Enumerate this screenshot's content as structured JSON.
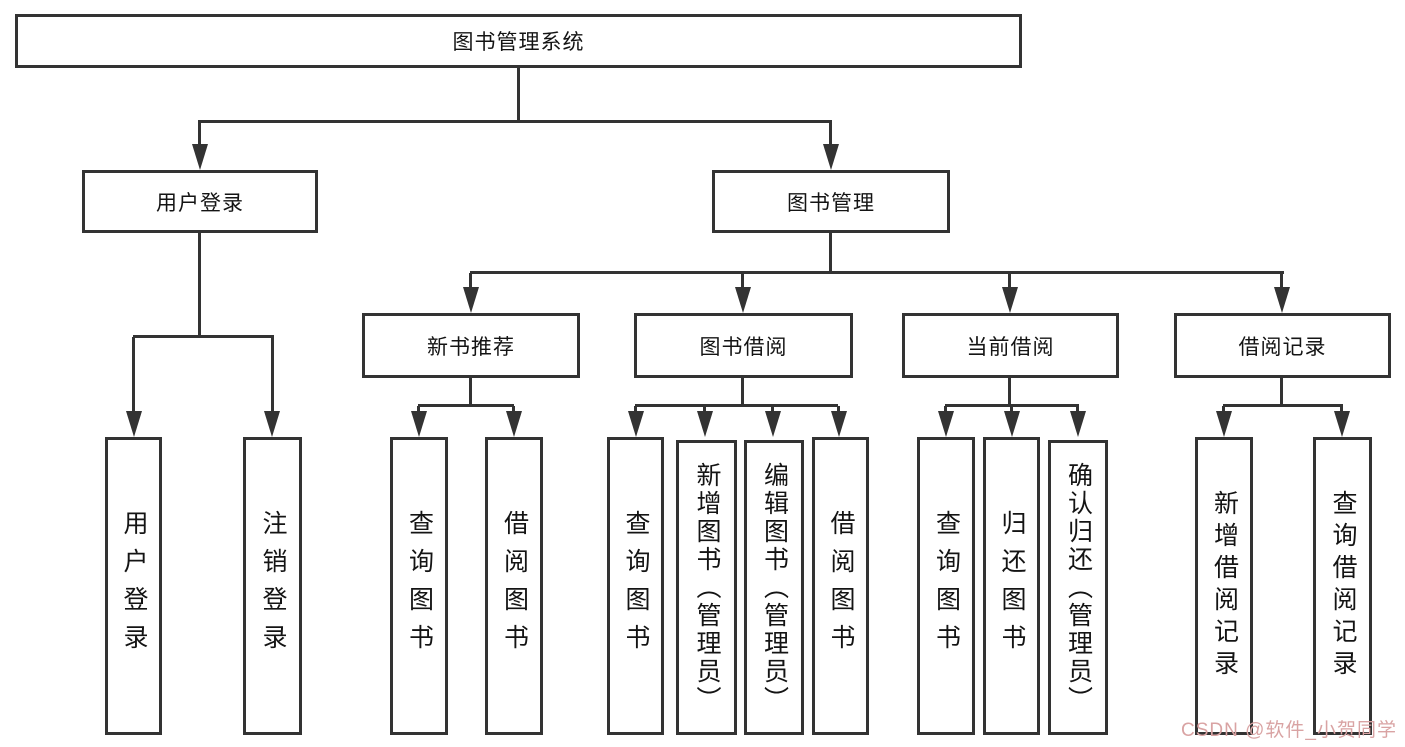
{
  "diagram": {
    "type": "tree-hierarchy",
    "root": {
      "label": "图书管理系统"
    },
    "branches": {
      "user": {
        "label": "用户登录",
        "children": [
          {
            "label": "用户登录"
          },
          {
            "label": "注销登录"
          }
        ]
      },
      "book": {
        "label": "图书管理",
        "sections": [
          {
            "label": "新书推荐",
            "children": [
              {
                "label": "查询图书"
              },
              {
                "label": "借阅图书"
              }
            ]
          },
          {
            "label": "图书借阅",
            "children": [
              {
                "label": "查询图书"
              },
              {
                "label": "新增图书（管理员）"
              },
              {
                "label": "编辑图书（管理员）"
              },
              {
                "label": "借阅图书"
              }
            ]
          },
          {
            "label": "当前借阅",
            "children": [
              {
                "label": "查询图书"
              },
              {
                "label": "归还图书"
              },
              {
                "label": "确认归还（管理员）"
              }
            ]
          },
          {
            "label": "借阅记录",
            "children": [
              {
                "label": "新增借阅记录"
              },
              {
                "label": "查询借阅记录"
              }
            ]
          }
        ]
      }
    },
    "colors": {
      "line": "#333333",
      "text": "#141414",
      "background": "#ffffff",
      "watermark": "#d9a3a3"
    },
    "watermark": {
      "text": "CSDN @软件_小贺同学"
    }
  }
}
